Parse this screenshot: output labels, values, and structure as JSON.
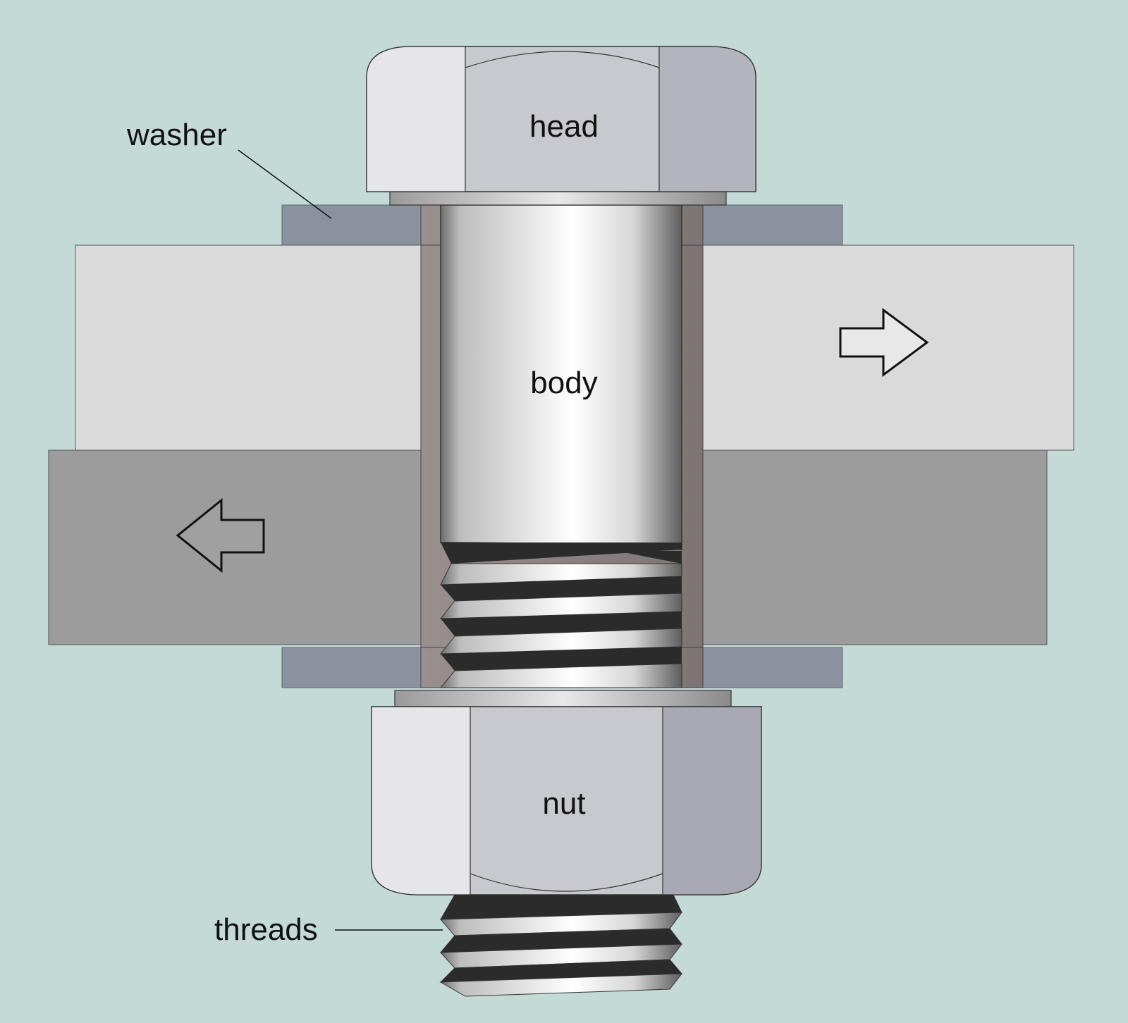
{
  "labels": {
    "head": "head",
    "body": "body",
    "nut": "nut",
    "washer": "washer",
    "threads": "threads"
  },
  "colors": {
    "background": "#c3dad7",
    "upper_plate": "#dadada",
    "lower_plate": "#9c9c9c",
    "washer": "#8a919f",
    "hole_gap": "#8f8585",
    "outline": "#333333",
    "thread_dark": "#2b2b2b"
  },
  "arrows": [
    {
      "name": "upper-plate-arrow",
      "direction": "right"
    },
    {
      "name": "lower-plate-arrow",
      "direction": "left"
    }
  ]
}
